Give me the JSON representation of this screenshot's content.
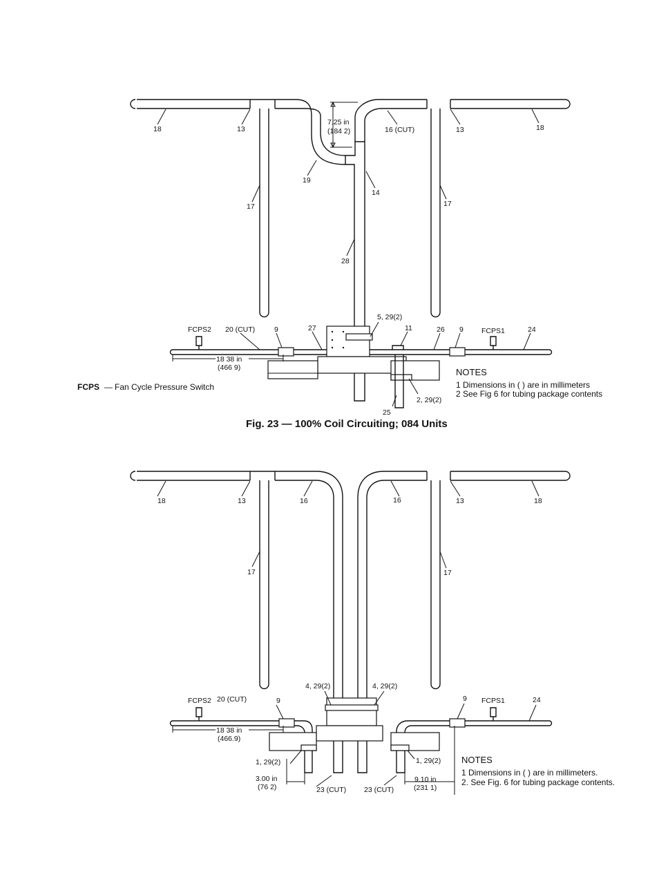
{
  "legend": {
    "abbr": "FCPS",
    "dash": "—",
    "text": "Fan Cycle Pressure Switch"
  },
  "fig23": {
    "caption": "Fig. 23 — 100% Coil Circuiting; 084 Units",
    "labels": {
      "l18a": "18",
      "l13a": "13",
      "dim_in": "7.25 in",
      "dim_mm": "(184 2)",
      "l16cut": "16 (CUT)",
      "l13b": "13",
      "l18b": "18",
      "l19": "19",
      "l14": "14",
      "l17a": "17",
      "l17b": "17",
      "l28": "28",
      "l5": "5, 29(2)",
      "fcps2": "FCPS2",
      "l20cut": "20 (CUT)",
      "l9a": "9",
      "l27": "27",
      "l11": "11",
      "l26": "26",
      "l9b": "9",
      "fcps1": "FCPS1",
      "l24": "24",
      "dim2_in": "18 38 in",
      "dim2_mm": "(466 9)",
      "l2": "2, 29(2)",
      "l25": "25"
    },
    "notes": {
      "title": "NOTES",
      "n1": "1   Dimensions in (     ) are in millimeters",
      "n2": "2   See Fig  6 for tubing package contents"
    }
  },
  "fig24": {
    "labels": {
      "l18a": "18",
      "l13a": "13",
      "l16a": "16",
      "l16b": "16",
      "l13b": "13",
      "l18b": "18",
      "l17a": "17",
      "l17b": "17",
      "l4a": "4, 29(2)",
      "l4b": "4, 29(2)",
      "fcps2": "FCPS2",
      "l20cut": "20 (CUT)",
      "l9a": "9",
      "l9b": "9",
      "fcps1": "FCPS1",
      "l24": "24",
      "dim_in": "18 38 in",
      "dim_mm": "(466.9)",
      "l1a": "1, 29(2)",
      "l1b": "1, 29(2)",
      "dim3_in": "3.00 in",
      "dim3_mm": "(76 2)",
      "l23a": "23 (CUT)",
      "l23b": "23 (CUT)",
      "dim4_in": "9.10 in",
      "dim4_mm": "(231 1)"
    },
    "notes": {
      "title": "NOTES",
      "n1": "1   Dimensions in (     ) are in millimeters.",
      "n2": "2.  See Fig. 6 for tubing package contents."
    }
  }
}
